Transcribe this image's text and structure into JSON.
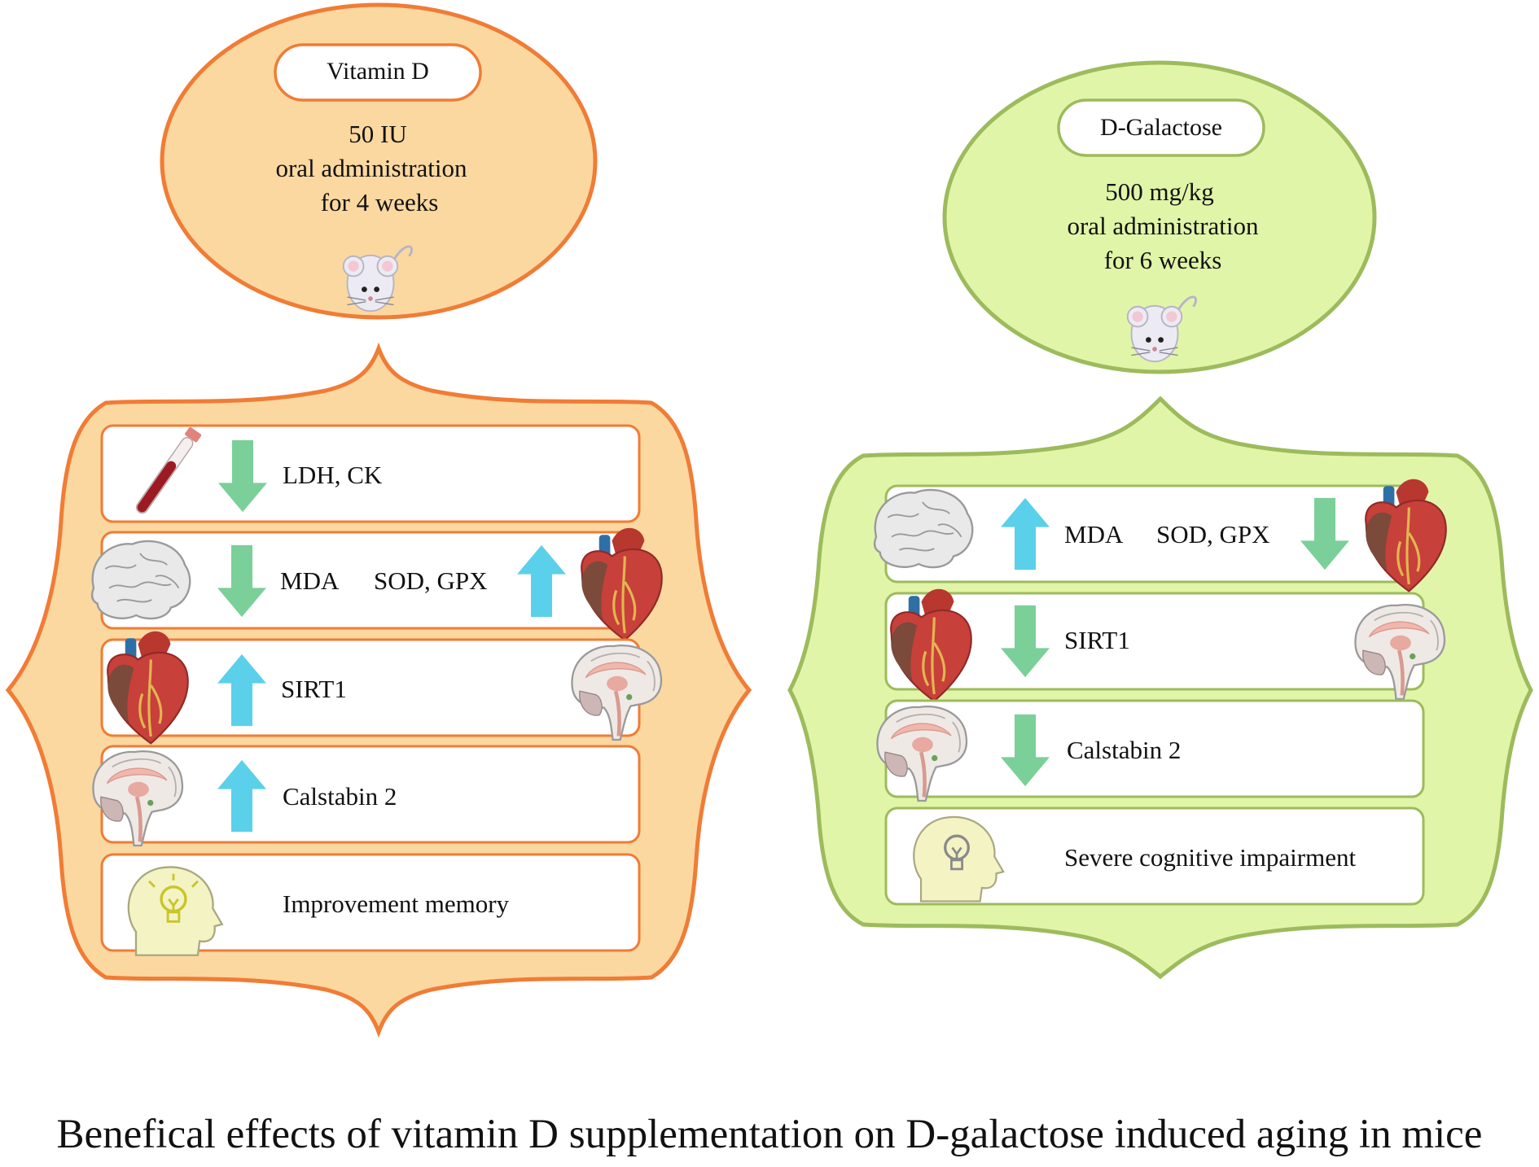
{
  "caption": "Benefical effects of vitamin D supplementation on D-galactose induced aging in mice",
  "colors": {
    "vitd_fill": "#fbd8a0",
    "vitd_stroke": "#f07c36",
    "dgal_fill": "#e1f5a8",
    "dgal_stroke": "#9dbb5c",
    "arrow_up": "#5bd0ea",
    "arrow_down": "#7bcf99"
  },
  "vitamin_d": {
    "label": "Vitamin D",
    "dose": "50 IU",
    "route": "oral administration",
    "duration": "for 4 weeks",
    "rows": [
      {
        "icon": "blood-tube-icon",
        "arrow": "down",
        "text": "LDH, CK"
      },
      {
        "icon": "brain-icon",
        "arrow": "down",
        "text_left": "MDA",
        "text_right": "SOD, GPX",
        "arrow2": "up",
        "icon2": "heart-icon"
      },
      {
        "icon": "heart-icon",
        "arrow": "up",
        "text": "SIRT1",
        "icon2": "brain-section-icon"
      },
      {
        "icon": "brain-section-icon",
        "arrow": "up",
        "text": "Calstabin 2"
      },
      {
        "icon": "head-bulb-icon",
        "text": "Improvement memory"
      }
    ]
  },
  "d_galactose": {
    "label": "D-Galactose",
    "dose": "500 mg/kg",
    "route": "oral administration",
    "duration": "for 6 weeks",
    "rows": [
      {
        "icon": "brain-icon",
        "arrow": "up",
        "text_left": "MDA",
        "text_right": "SOD, GPX",
        "arrow2": "down",
        "icon2": "heart-icon"
      },
      {
        "icon": "heart-icon",
        "arrow": "down",
        "text": "SIRT1",
        "icon2": "brain-section-icon"
      },
      {
        "icon": "brain-section-icon",
        "arrow": "down",
        "text": "Calstabin 2"
      },
      {
        "icon": "head-bulb-icon",
        "text": "Severe cognitive impairment"
      }
    ]
  }
}
